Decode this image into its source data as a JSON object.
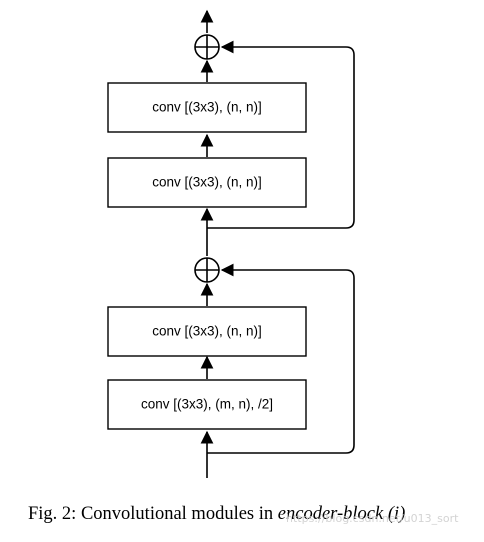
{
  "diagram": {
    "boxes": [
      {
        "id": "conv-4",
        "label": "conv [(3x3), (n, n)]"
      },
      {
        "id": "conv-3",
        "label": "conv [(3x3), (n, n)]"
      },
      {
        "id": "conv-2",
        "label": "conv [(3x3), (n, n)]"
      },
      {
        "id": "conv-1",
        "label": "conv [(3x3), (m, n), /2]"
      }
    ],
    "nodes": [
      {
        "id": "add-top",
        "symbol": "⊕"
      },
      {
        "id": "add-bottom",
        "symbol": "⊕"
      }
    ]
  },
  "caption": {
    "prefix": "Fig. 2: Convolutional modules in ",
    "emphasis": "encoder-block (i)"
  },
  "watermark": {
    "text": "https://blog.csdn.net/u013_sort"
  },
  "colors": {
    "stroke": "#000000",
    "background": "#ffffff",
    "watermark": "#cfcfcf"
  }
}
